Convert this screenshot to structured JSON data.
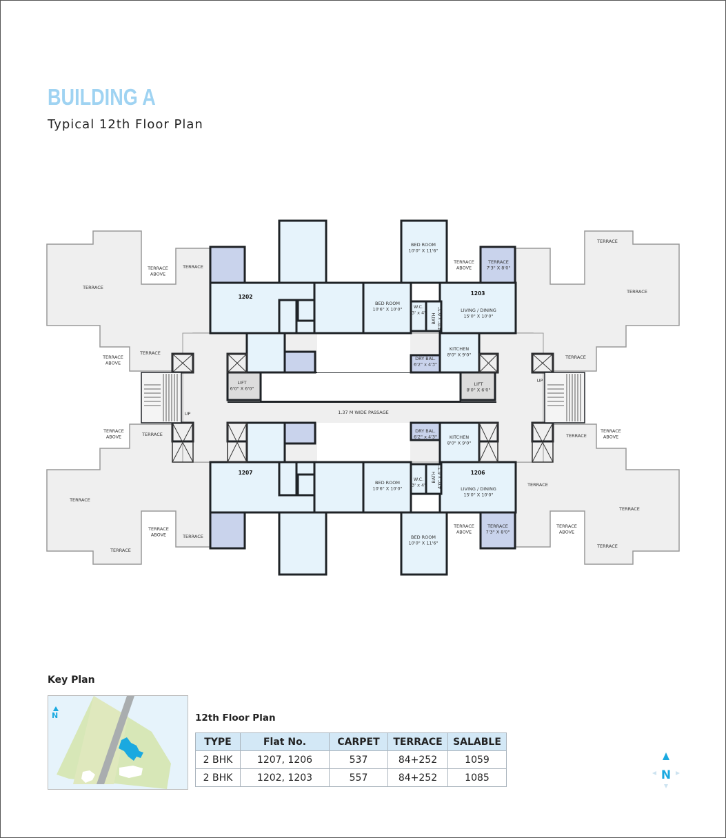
{
  "header": {
    "title": "BUILDING A",
    "subtitle": "Typical 12th Floor Plan"
  },
  "plan": {
    "labels": [
      [
        "TERRACE"
      ],
      [
        "TERRACE",
        "ABOVE"
      ],
      [
        "TERRACE"
      ],
      [
        "TERRACE",
        "ABOVE"
      ],
      [
        "TERRACE"
      ],
      [
        "1202"
      ],
      [
        "BED ROOM",
        "10'0\" X 11'6\""
      ],
      [
        "TERRACE",
        "ABOVE"
      ],
      [
        "TERRACE",
        "7'3\" X 8'0\""
      ],
      [
        "TERRACE"
      ],
      [
        "TERRACE"
      ],
      [
        "1203"
      ],
      [
        "BED ROOM",
        "10'6\" X 10'0\""
      ],
      [
        "W.C.",
        "3' x 4'"
      ],
      [
        "BATH",
        "4'0\" x 6'3\""
      ],
      [
        "LIVING / DINING",
        "15'0\" X 10'0\""
      ],
      [
        "KITCHEN",
        "8'0\" X 9'0\""
      ],
      [
        "DRY BAL.",
        "6'2\" x 4'3\""
      ],
      [
        "TERRACE"
      ],
      [
        "LIFT",
        "6'0\" X 6'0\""
      ],
      [
        "LIFT",
        "8'0\" X 6'0\""
      ],
      [
        "UP"
      ],
      [
        "UP"
      ],
      [
        "1.37 M WIDE PASSAGE"
      ],
      [
        "TERRACE",
        "ABOVE"
      ],
      [
        "TERRACE"
      ],
      [
        "DRY BAL.",
        "6'2\" x 4'3\""
      ],
      [
        "KITCHEN",
        "8'0\" X 9'0\""
      ],
      [
        "TERRACE"
      ],
      [
        "TERRACE",
        "ABOVE"
      ],
      [
        "1207"
      ],
      [
        "1206"
      ],
      [
        "BED ROOM",
        "10'6\" X 10'0\""
      ],
      [
        "W.C.",
        "3' x 4'"
      ],
      [
        "BATH",
        "4'0\" x 6'3\""
      ],
      [
        "LIVING / DINING",
        "15'0\" X 10'0\""
      ],
      [
        "TERRACE"
      ],
      [
        "TERRACE"
      ],
      [
        "TERRACE"
      ],
      [
        "TERRACE",
        "ABOVE"
      ],
      [
        "TERRACE"
      ],
      [
        "TERRACE"
      ],
      [
        "TERRACE",
        "ABOVE"
      ],
      [
        "TERRACE",
        "7'3\" X 8'0\""
      ],
      [
        "BED ROOM",
        "10'0\" X 11'6\""
      ],
      [
        "TERRACE",
        "ABOVE"
      ],
      [
        "TERRACE"
      ]
    ],
    "colors": {
      "terrace": "#efefef",
      "room": "#e6f3fb",
      "balcony": "#c9d3ec",
      "wall": "#1e2226",
      "lift": "#dcdcdc"
    }
  },
  "key_plan": {
    "title": "Key Plan",
    "north": "N",
    "highlight_color": "#1aa9e0"
  },
  "area_table": {
    "title": "12th Floor Plan",
    "columns": [
      "TYPE",
      "Flat No.",
      "CARPET",
      "TERRACE",
      "SALABLE"
    ],
    "rows": [
      [
        "2 BHK",
        "1207, 1206",
        "537",
        "84+252",
        "1059"
      ],
      [
        "2 BHK",
        "1202, 1203",
        "557",
        "84+252",
        "1085"
      ]
    ]
  },
  "compass": {
    "north": "N",
    "color": "#1aa9e0"
  }
}
